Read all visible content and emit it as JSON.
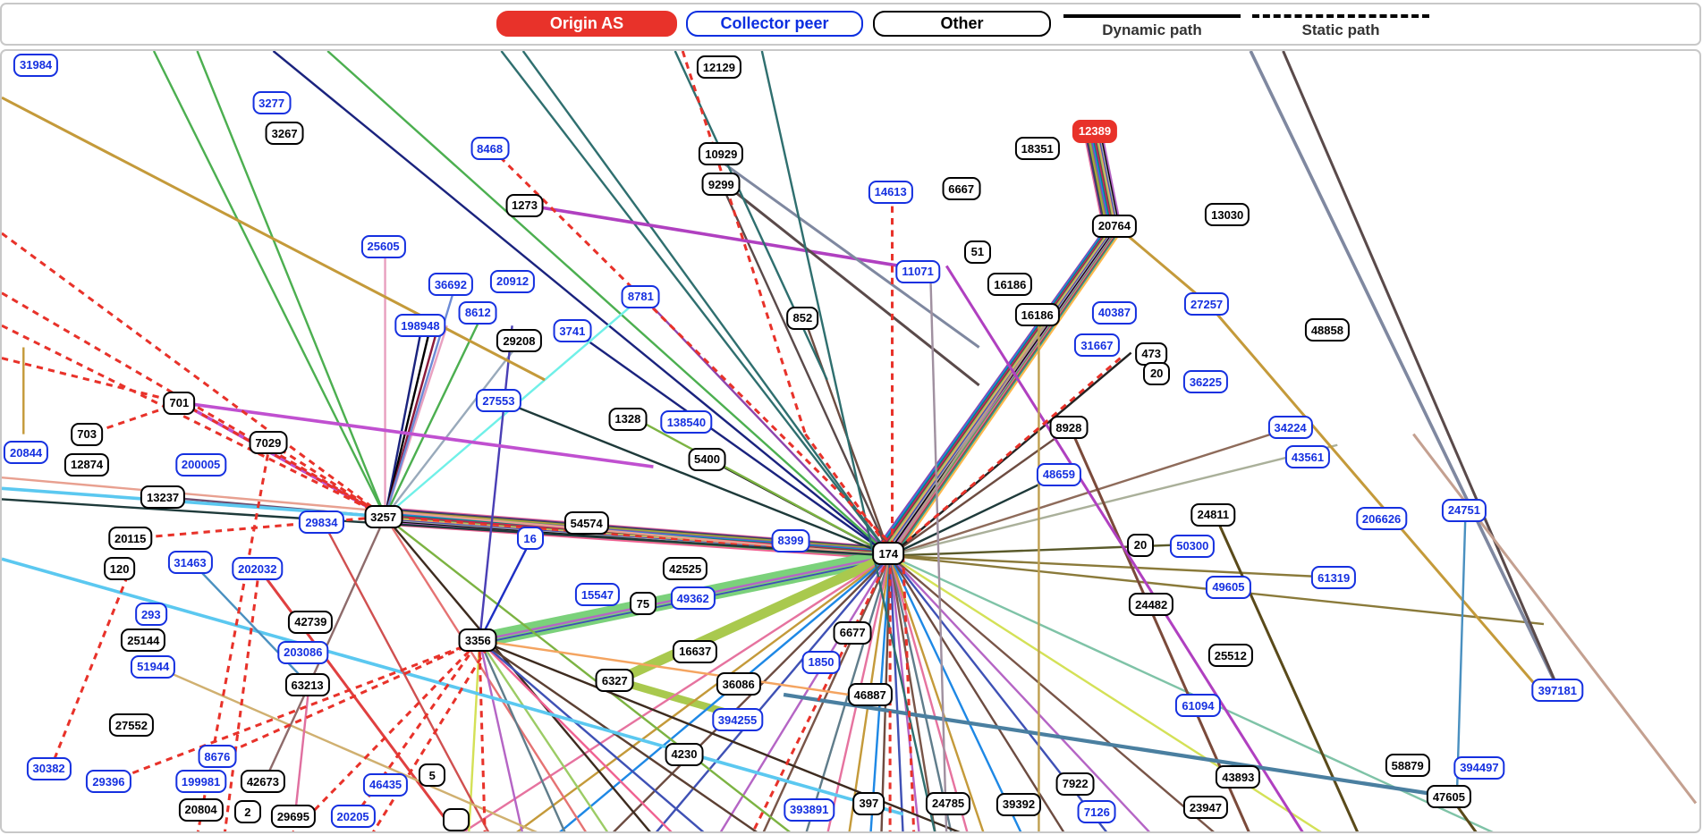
{
  "legend": {
    "origin_label": "Origin AS",
    "collector_label": "Collector peer",
    "other_label": "Other",
    "dynamic_label": "Dynamic path",
    "static_label": "Static path",
    "colors": {
      "origin": "#e8322a",
      "collector": "#0b2ee0",
      "other": "#000000",
      "static_path": "#e8322a"
    }
  },
  "nodes": [
    {
      "label": "31984",
      "type": "c"
    },
    {
      "label": "3277",
      "type": "c"
    },
    {
      "label": "3267",
      "type": "x"
    },
    {
      "label": "8468",
      "type": "c"
    },
    {
      "label": "12129",
      "type": "x"
    },
    {
      "label": "9299",
      "type": "x"
    },
    {
      "label": "10929",
      "type": "x"
    },
    {
      "label": "1273",
      "type": "x"
    },
    {
      "label": "14613",
      "type": "c"
    },
    {
      "label": "6667",
      "type": "x"
    },
    {
      "label": "18351",
      "type": "x"
    },
    {
      "label": "12389",
      "type": "o"
    },
    {
      "label": "13030",
      "type": "x"
    },
    {
      "label": "20764",
      "type": "x"
    },
    {
      "label": "25605",
      "type": "c"
    },
    {
      "label": "20912",
      "type": "c"
    },
    {
      "label": "36692",
      "type": "c"
    },
    {
      "label": "8612",
      "type": "c"
    },
    {
      "label": "198948",
      "type": "c"
    },
    {
      "label": "29208",
      "type": "x"
    },
    {
      "label": "3741",
      "type": "c"
    },
    {
      "label": "8781",
      "type": "c"
    },
    {
      "label": "852",
      "type": "x"
    },
    {
      "label": "51",
      "type": "x"
    },
    {
      "label": "11071",
      "type": "c"
    },
    {
      "label": "16186",
      "type": "x"
    },
    {
      "label": "16186",
      "type": "x"
    },
    {
      "label": "473",
      "type": "x"
    },
    {
      "label": "40387",
      "type": "c"
    },
    {
      "label": "31667",
      "type": "c"
    },
    {
      "label": "27257",
      "type": "c"
    },
    {
      "label": "48858",
      "type": "x"
    },
    {
      "label": "20",
      "type": "x"
    },
    {
      "label": "36225",
      "type": "c"
    },
    {
      "label": "701",
      "type": "x"
    },
    {
      "label": "703",
      "type": "x"
    },
    {
      "label": "12874",
      "type": "x"
    },
    {
      "label": "20844",
      "type": "c"
    },
    {
      "label": "7029",
      "type": "x"
    },
    {
      "label": "27553",
      "type": "c"
    },
    {
      "label": "1328",
      "type": "x"
    },
    {
      "label": "138540",
      "type": "c"
    },
    {
      "label": "5400",
      "type": "x"
    },
    {
      "label": "8928",
      "type": "x"
    },
    {
      "label": "34224",
      "type": "c"
    },
    {
      "label": "43561",
      "type": "c"
    },
    {
      "label": "48659",
      "type": "c"
    },
    {
      "label": "13237",
      "type": "x"
    },
    {
      "label": "200005",
      "type": "c"
    },
    {
      "label": "3257",
      "type": "x"
    },
    {
      "label": "29834",
      "type": "c"
    },
    {
      "label": "16",
      "type": "c"
    },
    {
      "label": "54574",
      "type": "x"
    },
    {
      "label": "8399",
      "type": "c"
    },
    {
      "label": "174",
      "type": "x"
    },
    {
      "label": "206626",
      "type": "c"
    },
    {
      "label": "24751",
      "type": "c"
    },
    {
      "label": "24811",
      "type": "x"
    },
    {
      "label": "20",
      "type": "x"
    },
    {
      "label": "50300",
      "type": "c"
    },
    {
      "label": "61319",
      "type": "c"
    },
    {
      "label": "49605",
      "type": "c"
    },
    {
      "label": "120",
      "type": "x"
    },
    {
      "label": "20115",
      "type": "x"
    },
    {
      "label": "31463",
      "type": "c"
    },
    {
      "label": "202032",
      "type": "c"
    },
    {
      "label": "42525",
      "type": "x"
    },
    {
      "label": "75",
      "type": "x"
    },
    {
      "label": "15547",
      "type": "c"
    },
    {
      "label": "49362",
      "type": "c"
    },
    {
      "label": "24482",
      "type": "x"
    },
    {
      "label": "3356",
      "type": "x"
    },
    {
      "label": "42739",
      "type": "x"
    },
    {
      "label": "293",
      "type": "c"
    },
    {
      "label": "25144",
      "type": "x"
    },
    {
      "label": "51944",
      "type": "c"
    },
    {
      "label": "203086",
      "type": "c"
    },
    {
      "label": "63213",
      "type": "x"
    },
    {
      "label": "6677",
      "type": "x"
    },
    {
      "label": "16637",
      "type": "x"
    },
    {
      "label": "6327",
      "type": "x"
    },
    {
      "label": "36086",
      "type": "x"
    },
    {
      "label": "1850",
      "type": "c"
    },
    {
      "label": "46887",
      "type": "x"
    },
    {
      "label": "25512",
      "type": "x"
    },
    {
      "label": "61094",
      "type": "c"
    },
    {
      "label": "394255",
      "type": "c"
    },
    {
      "label": "397181",
      "type": "c"
    },
    {
      "label": "27552",
      "type": "x"
    },
    {
      "label": "8676",
      "type": "c"
    },
    {
      "label": "30382",
      "type": "c"
    },
    {
      "label": "29396",
      "type": "c"
    },
    {
      "label": "4230",
      "type": "x"
    },
    {
      "label": "58879",
      "type": "x"
    },
    {
      "label": "47605",
      "type": "x"
    },
    {
      "label": "394497",
      "type": "c"
    },
    {
      "label": "43893",
      "type": "x"
    },
    {
      "label": "23947",
      "type": "x"
    },
    {
      "label": "7126",
      "type": "c"
    },
    {
      "label": "7922",
      "type": "x"
    },
    {
      "label": "39392",
      "type": "x"
    },
    {
      "label": "24785",
      "type": "x"
    },
    {
      "label": "397",
      "type": "x"
    },
    {
      "label": "393891",
      "type": "c"
    },
    {
      "label": "42673",
      "type": "x"
    },
    {
      "label": "199981",
      "type": "c"
    },
    {
      "label": "20804",
      "type": "x"
    },
    {
      "label": "2",
      "type": "x"
    },
    {
      "label": "29695",
      "type": "x"
    },
    {
      "label": "20205",
      "type": "c"
    },
    {
      "label": "5",
      "type": "x"
    },
    {
      "label": "46435",
      "type": "c"
    },
    {
      "label": "",
      "type": "x"
    }
  ]
}
